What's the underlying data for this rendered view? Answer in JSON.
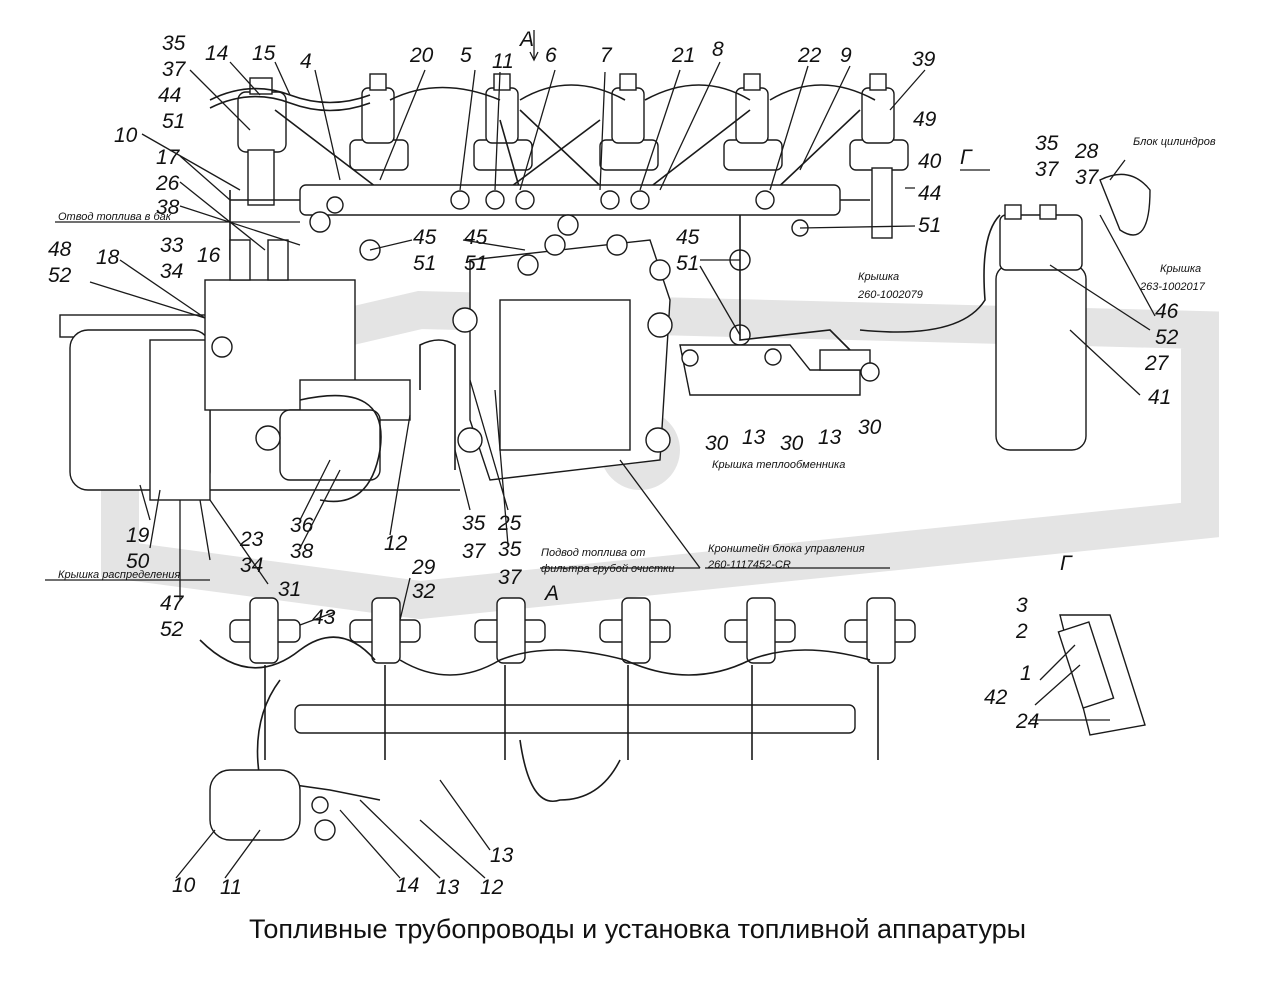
{
  "caption": "Топливные трубопроводы и установка топливной аппаратуры",
  "annotations": {
    "fuel_return": "Отвод топлива в бак",
    "cover": "Крышка",
    "cover_num": "260-1002079",
    "cyl_block": "Блок цилиндров",
    "cover2": "Крышка",
    "cover2_num": "263-1002017",
    "heat_ex": "Крышка теплообменника",
    "timing": "Крышка распределения",
    "fuel_supply_1": "Подвод топлива от",
    "fuel_supply_2": "фильтра грубой очистки",
    "bracket_1": "Кронштейн блока управления",
    "bracket_2": "260-1117452-CR",
    "view_a_top": "А",
    "view_a_bottom": "А",
    "view_g_top": "Г",
    "view_g_detail": "Г"
  },
  "callouts": [
    "35",
    "37",
    "14",
    "15",
    "4",
    "20",
    "5",
    "11",
    "6",
    "7",
    "21",
    "8",
    "22",
    "9",
    "39",
    "44",
    "51",
    "49",
    "10",
    "17",
    "26",
    "38",
    "40",
    "44",
    "51",
    "45",
    "51",
    "45",
    "51",
    "45",
    "51",
    "48",
    "52",
    "18",
    "33",
    "34",
    "16",
    "35",
    "37",
    "28",
    "37",
    "46",
    "52",
    "27",
    "41",
    "30",
    "13",
    "30",
    "13",
    "30",
    "36",
    "38",
    "12",
    "35",
    "37",
    "25",
    "35",
    "37",
    "19",
    "50",
    "23",
    "34",
    "31",
    "47",
    "52",
    "29",
    "32",
    "43",
    "3",
    "2",
    "1",
    "42",
    "24",
    "13",
    "10",
    "11",
    "14",
    "13",
    "12"
  ]
}
